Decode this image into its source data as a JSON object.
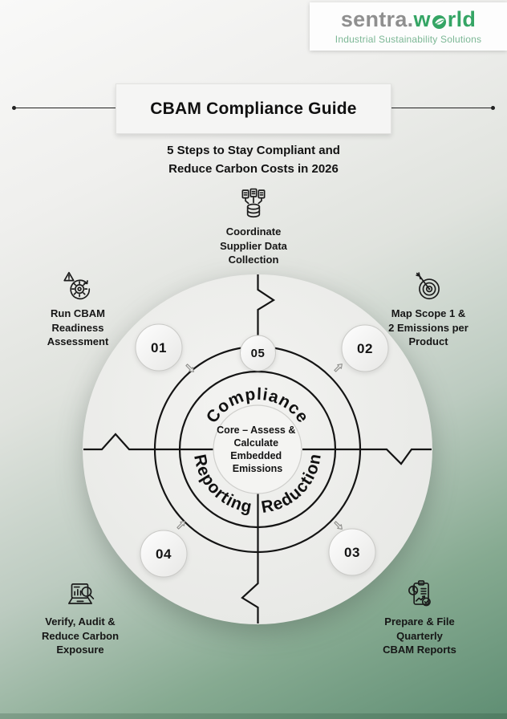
{
  "logo": {
    "brand_prefix": "sentra.",
    "brand_world_w": "w",
    "brand_world_rld": "rld",
    "tagline": "Industrial Sustainability Solutions"
  },
  "title": "CBAM Compliance Guide",
  "subtitle_lines": {
    "line1": "5 Steps to Stay Compliant and",
    "line2": "Reduce Carbon Costs in 2026"
  },
  "steps": [
    {
      "number": "01",
      "icon": "gear-alert-icon",
      "label_lines": [
        "Run CBAM",
        "Readiness",
        "Assessment"
      ]
    },
    {
      "number": "02",
      "icon": "target-icon",
      "label_lines": [
        "Map Scope 1 &",
        "2 Emissions per",
        "Product"
      ]
    },
    {
      "number": "03",
      "icon": "report-icon",
      "label_lines": [
        "Prepare & File",
        "Quarterly",
        "CBAM Reports"
      ]
    },
    {
      "number": "04",
      "icon": "audit-icon",
      "label_lines": [
        "Verify, Audit &",
        "Reduce Carbon",
        "Exposure"
      ]
    },
    {
      "number": "05",
      "icon": "database-icon",
      "label_lines": [
        "Coordinate",
        "Supplier Data",
        "Collection"
      ]
    }
  ],
  "wheel": {
    "sector_labels": {
      "top": "Compliance",
      "bottom_left": "Reporting",
      "bottom_right": "Reduction"
    },
    "core_lines": [
      "Core – Assess &",
      "Calculate",
      "Embedded",
      "Emissions"
    ]
  },
  "colors": {
    "brand_gray": "#8f8f8f",
    "brand_green": "#35a565",
    "tagline_green": "#7cb795",
    "ink": "#141414",
    "background_green": "#5f8e73"
  }
}
